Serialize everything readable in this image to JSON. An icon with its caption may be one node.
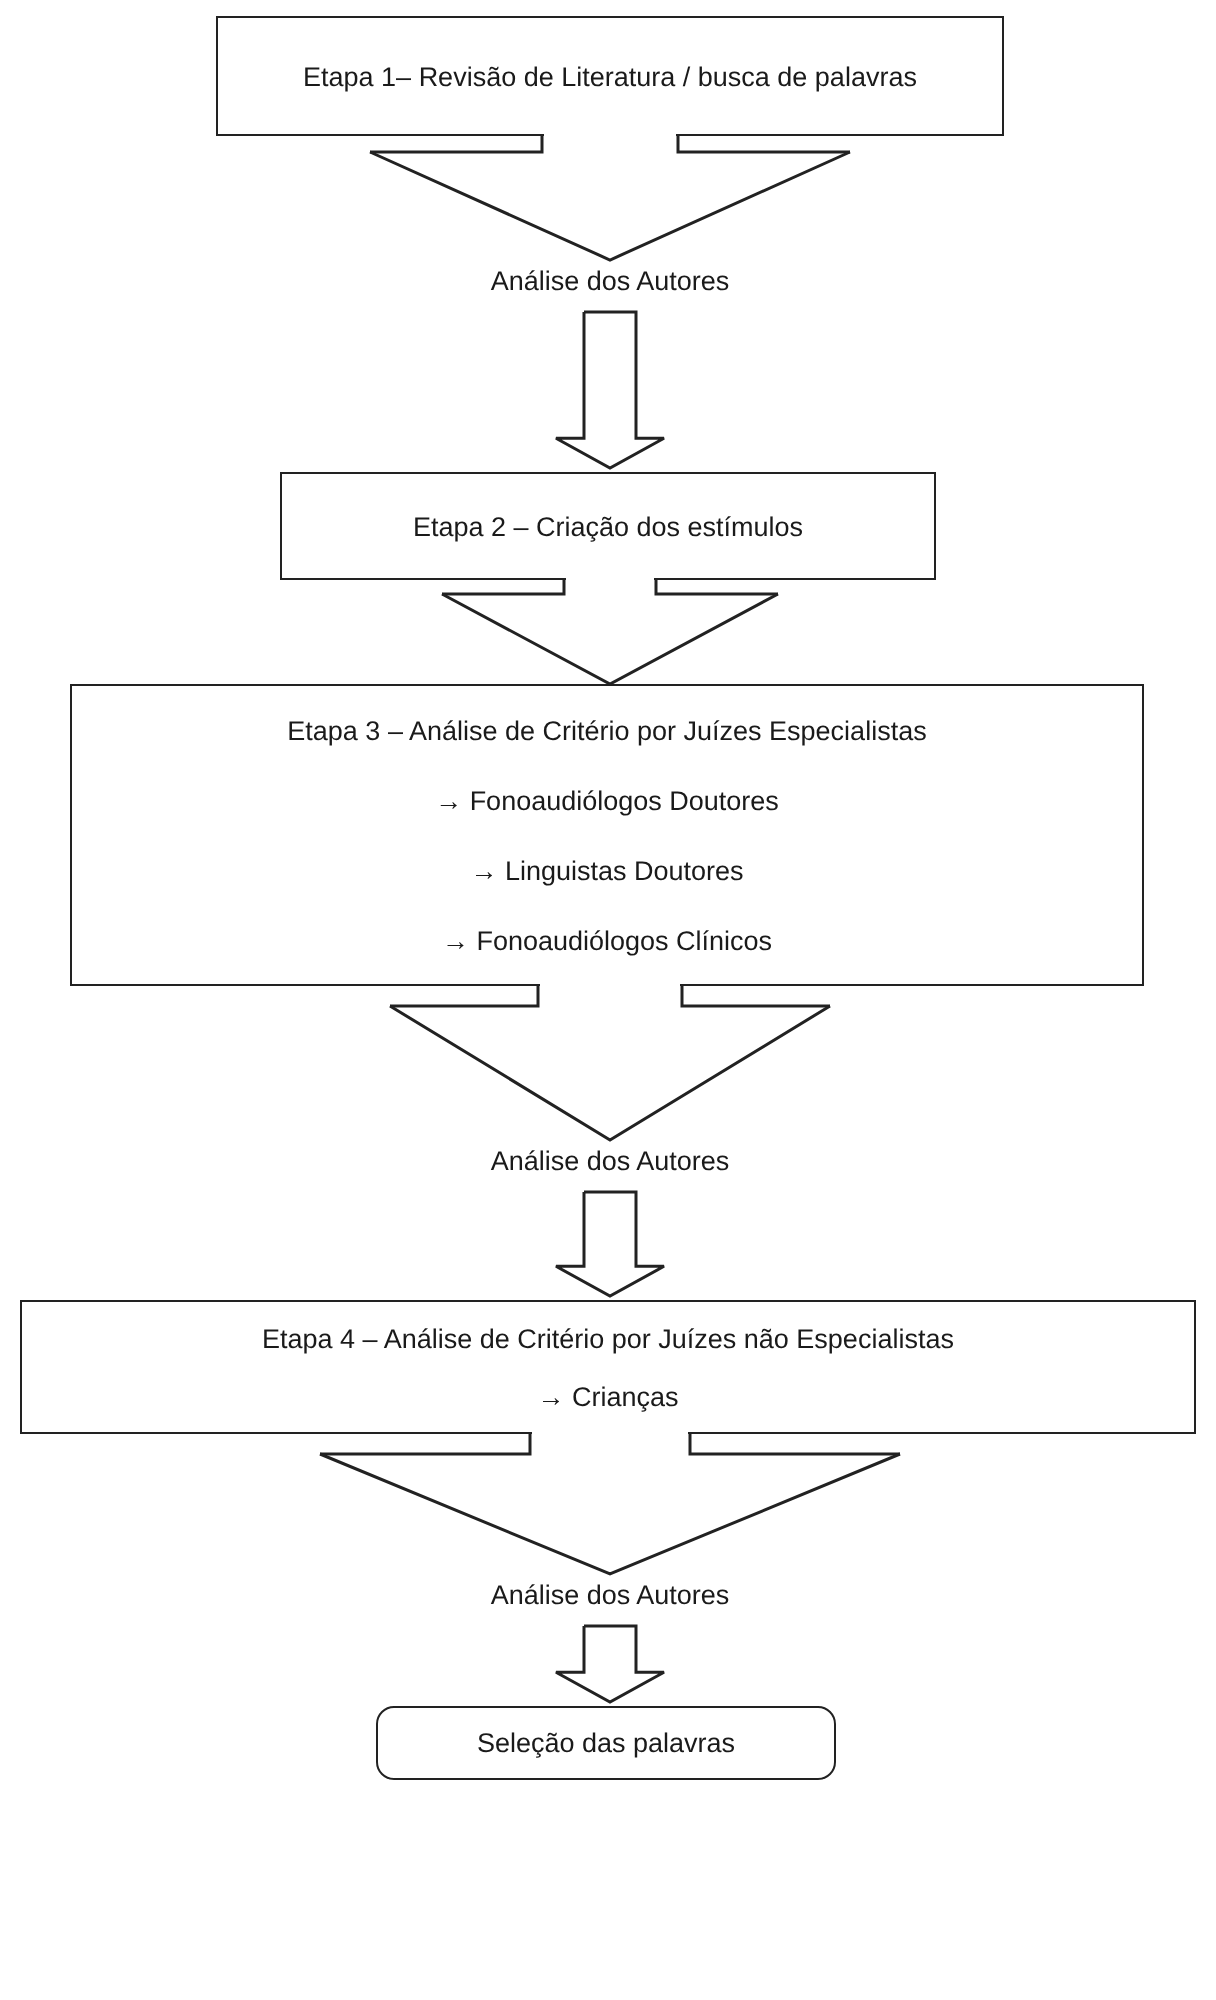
{
  "diagram": {
    "nodes": [
      {
        "text": [
          "Etapa 1– Revisão de Literatura / busca de palavras"
        ]
      },
      {
        "text": [
          "Análise dos Autores"
        ]
      },
      {
        "text": [
          "Etapa 2 – Criação dos estímulos"
        ]
      },
      {
        "text": [
          "Etapa 3 – Análise de Critério por Juízes Especialistas",
          "→ Fonoaudiólogos Doutores",
          "→ Linguistas Doutores",
          "→ Fonoaudiólogos Clínicos"
        ]
      },
      {
        "text": [
          "Análise dos Autores"
        ]
      },
      {
        "text": [
          "Etapa 4 – Análise de Critério por Juízes não Especialistas",
          "→ Crianças"
        ]
      },
      {
        "text": [
          "Análise dos Autores"
        ]
      },
      {
        "text": [
          "Seleção das palavras"
        ]
      }
    ],
    "edges": [
      {
        "from": 0,
        "to": 1,
        "arrow": "to"
      },
      {
        "from": 1,
        "to": 2,
        "arrow": "to"
      },
      {
        "from": 2,
        "to": 3,
        "arrow": "to"
      },
      {
        "from": 3,
        "to": 4,
        "arrow": "to"
      },
      {
        "from": 4,
        "to": 5,
        "arrow": "to"
      },
      {
        "from": 5,
        "to": 6,
        "arrow": "to"
      },
      {
        "from": 6,
        "to": 7,
        "arrow": "to"
      }
    ]
  }
}
